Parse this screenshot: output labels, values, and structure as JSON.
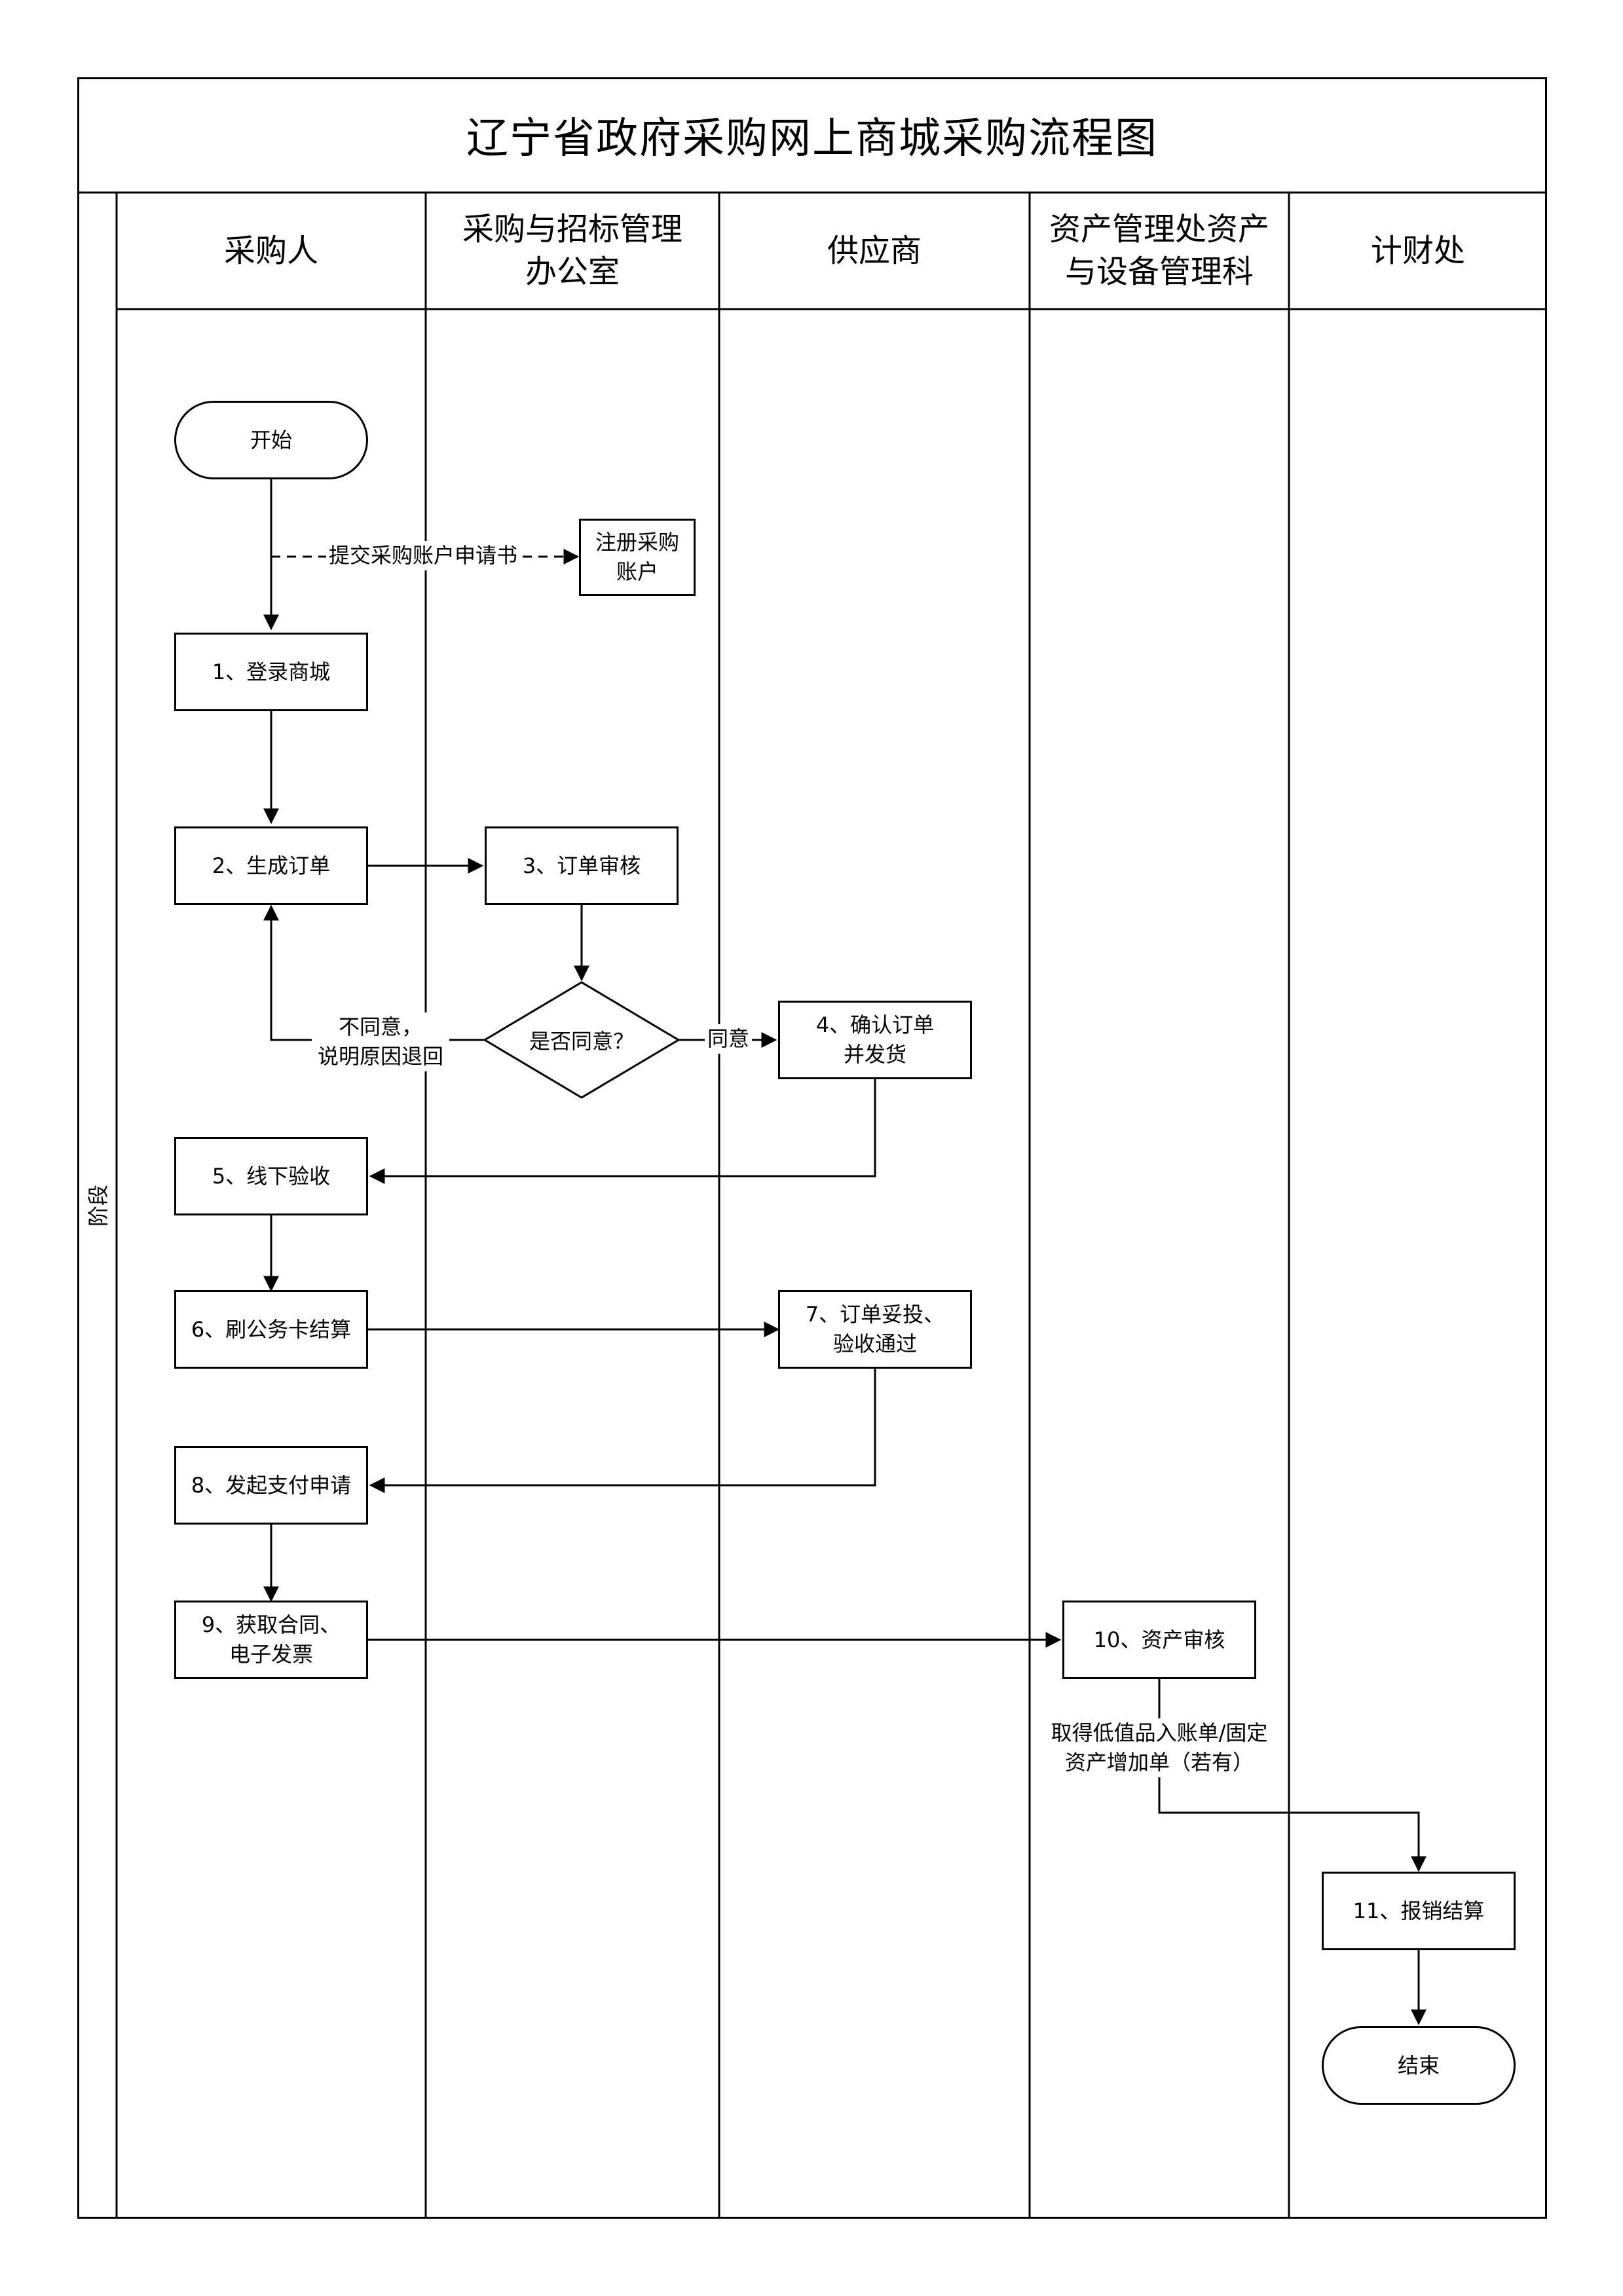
{
  "title": "辽宁省政府采购网上商城采购流程图",
  "stage_label": "阶段",
  "lanes": [
    "采购人",
    "采购与招标管理\n办公室",
    "供应商",
    "资产管理处资产\n与设备管理科",
    "计财处"
  ],
  "nodes": {
    "start": "开始",
    "register": "注册采购\n账户",
    "step1": "1、登录商城",
    "step2": "2、生成订单",
    "step3": "3、订单审核",
    "decision": "是否同意？",
    "step4": "4、确认订单\n并发货",
    "step5": "5、线下验收",
    "step6": "6、刷公务卡结算",
    "step7": "7、订单妥投、\n验收通过",
    "step8": "8、发起支付申请",
    "step9": "9、获取合同、\n电子发票",
    "step10": "10、资产审核",
    "step11": "11、报销结算",
    "end": "结束"
  },
  "edge_labels": {
    "submit": "提交采购账户申请书",
    "reject": "不同意，\n说明原因退回",
    "agree": "同意",
    "asset_doc": "取得低值品入账单/固定\n资产增加单（若有）"
  }
}
